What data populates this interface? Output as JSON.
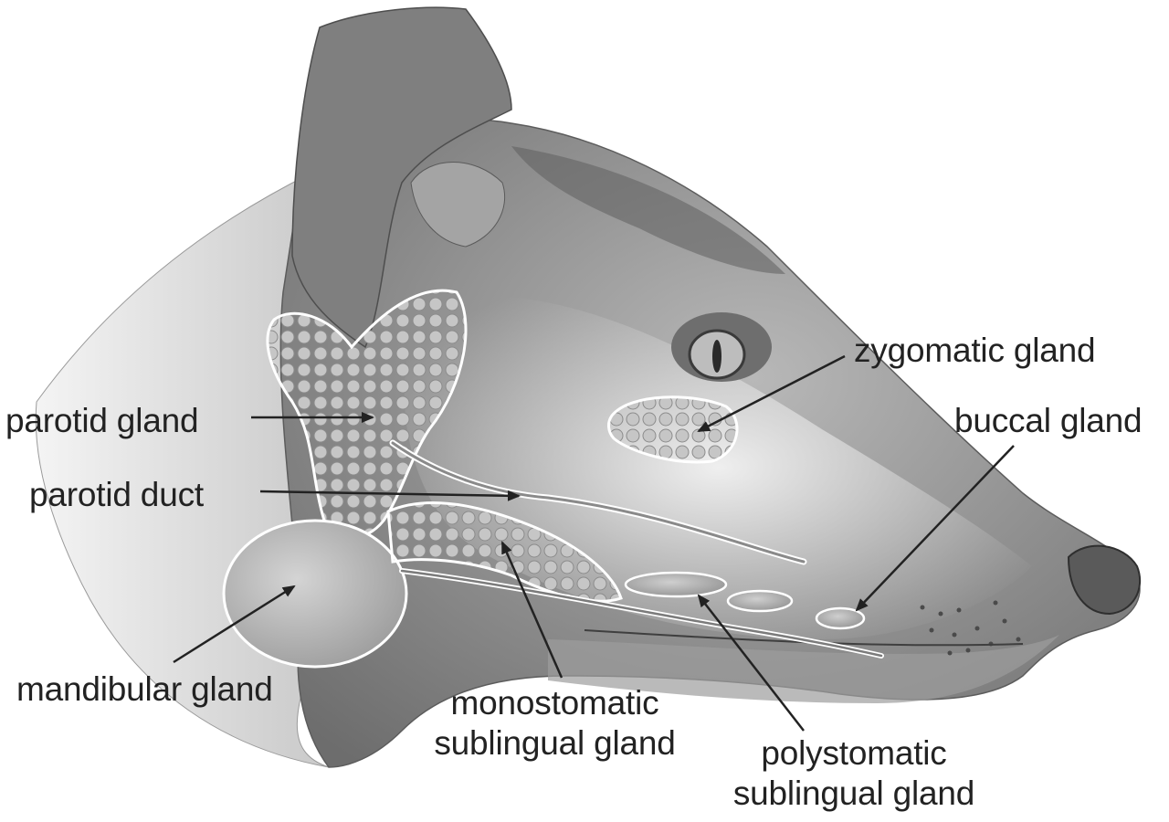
{
  "colors": {
    "ink": "#222222",
    "background": "#ffffff",
    "skin_dark": "#5c5c5c",
    "skin_mid": "#8a8a8a",
    "skin_light": "#d9d9d9",
    "gland": "#9a9a9a",
    "gland_light": "#bdbdbd"
  },
  "labels": {
    "parotid_gland": "parotid gland",
    "parotid_duct": "parotid duct",
    "mandibular_gland": "mandibular  gland",
    "monostomatic_line1": "monostomatic",
    "monostomatic_line2": "sublingual gland",
    "polystomatic_line1": "polystomatic",
    "polystomatic_line2": "sublingual gland",
    "zygomatic_gland": "zygomatic gland",
    "buccal_gland": "buccal gland"
  }
}
